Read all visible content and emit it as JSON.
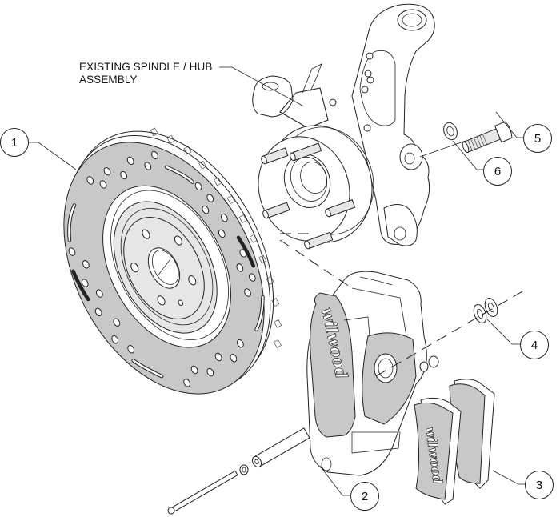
{
  "diagram": {
    "title": "Brake kit exploded assembly",
    "brand_mark": "wilwood",
    "colors": {
      "line": "#222222",
      "part_fill": "#c8c8c8",
      "background": "#ffffff"
    },
    "annotation": {
      "line1": "EXISTING SPINDLE / HUB",
      "line2": "ASSEMBLY"
    },
    "callouts": [
      {
        "number": "1",
        "part": "rotor"
      },
      {
        "number": "2",
        "part": "caliper"
      },
      {
        "number": "3",
        "part": "brake-pads"
      },
      {
        "number": "4",
        "part": "shims"
      },
      {
        "number": "5",
        "part": "bolt"
      },
      {
        "number": "6",
        "part": "washer"
      }
    ]
  }
}
